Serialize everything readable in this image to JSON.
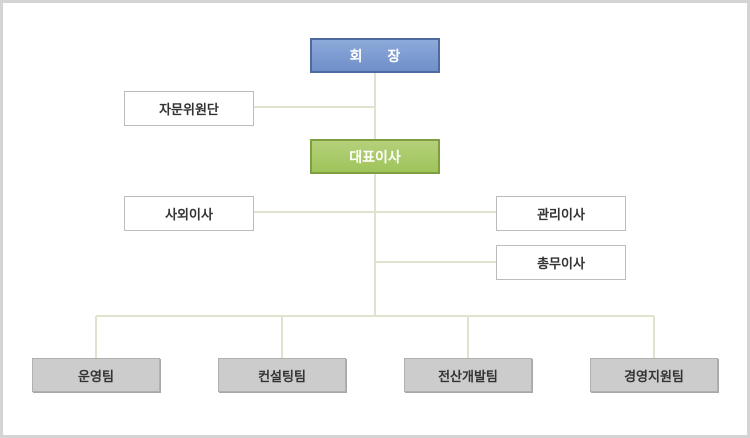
{
  "org": {
    "top": "회 장",
    "advisory": "자문위원단",
    "ceo": "대표이사",
    "outside_director": "사외이사",
    "admin_director": "관리이사",
    "general_director": "총무이사",
    "teams": [
      "운영팀",
      "컨설팅팀",
      "전산개발팀",
      "경영지원팀"
    ]
  },
  "colors": {
    "top_fill": "#7f9dd2",
    "ceo_fill": "#a8c866",
    "team_fill": "#cccccc",
    "line": "#dde3cc",
    "frame": "#d4d4d4"
  }
}
